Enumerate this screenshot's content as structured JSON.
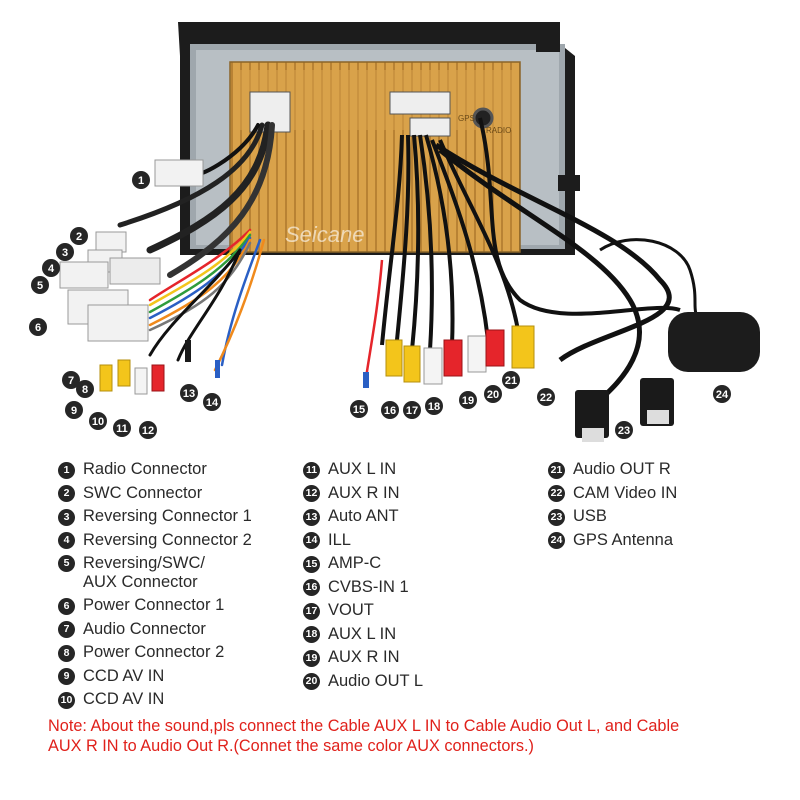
{
  "diagram": {
    "watermark": "Seicane",
    "head_unit_labels": [
      "GPS",
      "RADIO"
    ],
    "callouts": [
      "1",
      "2",
      "3",
      "4",
      "5",
      "6",
      "7",
      "8",
      "9",
      "10",
      "11",
      "12",
      "13",
      "14",
      "15",
      "16",
      "17",
      "18",
      "19",
      "20",
      "21",
      "22",
      "23",
      "24"
    ]
  },
  "legend": {
    "columns": [
      [
        {
          "num": "1",
          "label": "Radio Connector"
        },
        {
          "num": "2",
          "label": "SWC Connector"
        },
        {
          "num": "3",
          "label": "Reversing Connector 1"
        },
        {
          "num": "4",
          "label": "Reversing Connector 2"
        },
        {
          "num": "5",
          "label": "Reversing/SWC/\nAUX Connector"
        },
        {
          "num": "6",
          "label": "Power Connector 1"
        },
        {
          "num": "7",
          "label": "Audio Connector"
        },
        {
          "num": "8",
          "label": "Power Connector 2"
        },
        {
          "num": "9",
          "label": "CCD AV IN"
        },
        {
          "num": "10",
          "label": "CCD AV IN"
        }
      ],
      [
        {
          "num": "11",
          "label": "AUX L IN"
        },
        {
          "num": "12",
          "label": "AUX R IN"
        },
        {
          "num": "13",
          "label": "Auto ANT"
        },
        {
          "num": "14",
          "label": "ILL"
        },
        {
          "num": "15",
          "label": "AMP-C"
        },
        {
          "num": "16",
          "label": "CVBS-IN 1"
        },
        {
          "num": "17",
          "label": "VOUT"
        },
        {
          "num": "18",
          "label": "AUX L IN"
        },
        {
          "num": "19",
          "label": "AUX R IN"
        },
        {
          "num": "20",
          "label": "Audio OUT L"
        }
      ],
      [
        {
          "num": "21",
          "label": "Audio OUT R"
        },
        {
          "num": "22",
          "label": "CAM Video IN"
        },
        {
          "num": "23",
          "label": "USB"
        },
        {
          "num": "24",
          "label": "GPS Antenna"
        }
      ]
    ]
  },
  "note": {
    "line1": "Note: About the sound,pls connect the Cable AUX L IN to Cable Audio Out L, and Cable",
    "line2": "AUX R IN to  Audio Out R.(Connet the same color AUX connectors.)",
    "color": "#e0211b"
  },
  "colors": {
    "badge": "#262626",
    "unit_gold": "#d9a24a",
    "frame": "#1c1c1c",
    "rca_red": "#e5252b",
    "rca_yellow": "#f3c51b",
    "rca_white": "#f4f4f4"
  }
}
